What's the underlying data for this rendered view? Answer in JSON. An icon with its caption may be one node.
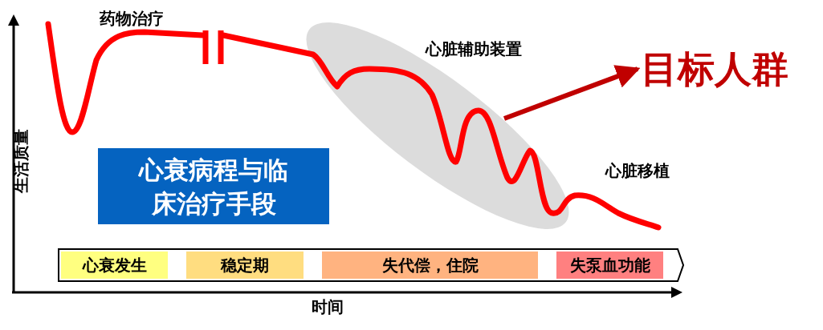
{
  "diagram": {
    "nodes": [
      {
        "text": [
          "心衰病程与临床治疗手段"
        ]
      },
      {
        "text": [
          "心脏辅助装置"
        ]
      },
      {
        "text": [
          "目标人群"
        ]
      },
      {
        "text": [],
        "shape": "box"
      },
      {
        "text": [
          "心衰发生"
        ],
        "in": 3
      },
      {
        "text": [
          "稳定期"
        ],
        "in": 3
      },
      {
        "text": [
          "失代偿，住院"
        ],
        "in": 3
      },
      {
        "text": [
          "失泵血功能"
        ],
        "in": 3
      }
    ],
    "edges": [
      {
        "from": 1,
        "to": 2,
        "arrow": "to"
      }
    ],
    "labels": [
      "药物治疗",
      "心脏移植",
      "生活质量",
      "时间"
    ]
  }
}
